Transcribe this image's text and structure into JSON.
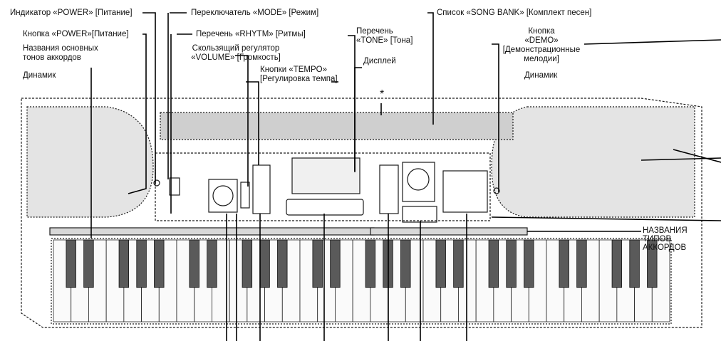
{
  "labels": {
    "power_indicator": "Индикатор «POWER» [Питание]",
    "mode_switch": "Переключатель «MODE» [Режим]",
    "song_bank_list": "Список «SONG BANK» [Комплект песен]",
    "power_button": "Кнопка «POWER»[Питание]",
    "rhythm_list": "Перечень «RHYTM» [Ритмы]",
    "tone_list_1": "Перечень",
    "tone_list_2": "«TONE» [Тона]",
    "demo_button_1": "Кнопка",
    "demo_button_2": "«DEMO»",
    "demo_button_3": "[Демонстрационные",
    "demo_button_4": "мелодии]",
    "chord_root_1": "Названия основных",
    "chord_root_2": "тонов аккордов",
    "volume_slider_1": "Скользящий регулятор",
    "volume_slider_2": "«VOLUME» [Громкость]",
    "display": "Дисплей",
    "tempo_buttons_1": "Кнопки «TEMPO»",
    "tempo_buttons_2": "[Регулировка темпа]",
    "speaker_left": "Динамик",
    "speaker_right": "Динамик",
    "asterisk": "*",
    "chord_types_1": "НАЗВАНИЯ",
    "chord_types_2": "ТИПОВ",
    "chord_types_3": "АККОРДОВ"
  },
  "colors": {
    "ink": "#1a1a1a",
    "body": "#f7f7f7",
    "grille": "#bdbdbd"
  }
}
